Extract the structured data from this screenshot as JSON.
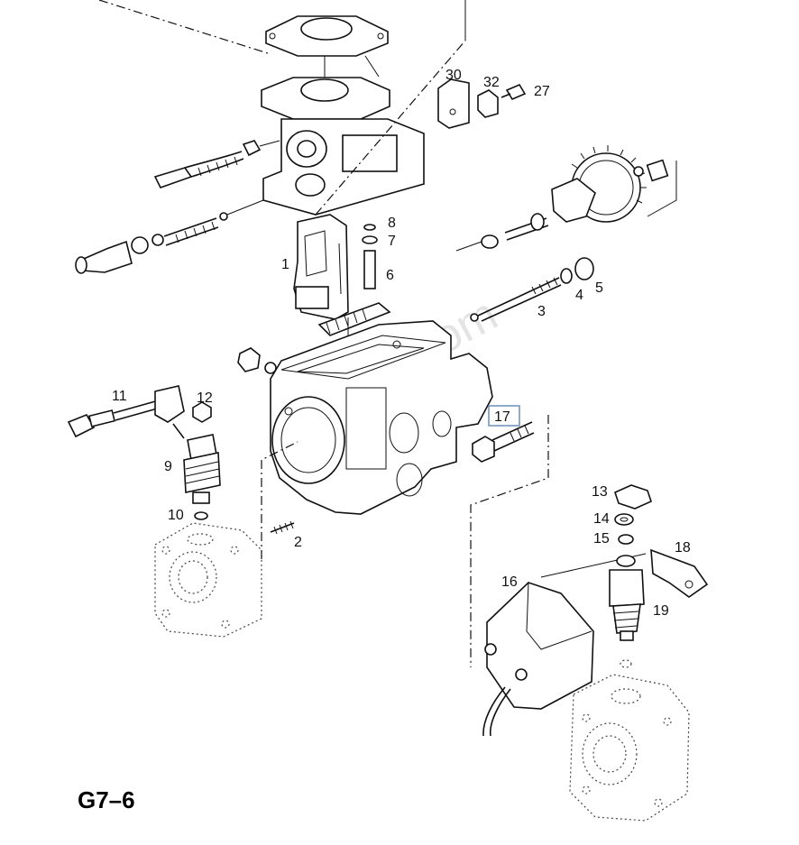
{
  "figure_code": "G7–6",
  "watermark": "7zap.com",
  "callouts": {
    "c1": "1",
    "c2": "2",
    "c3": "3",
    "c4": "4",
    "c5": "5",
    "c6": "6",
    "c7": "7",
    "c8": "8",
    "c9": "9",
    "c10": "10",
    "c11": "11",
    "c12": "12",
    "c13": "13",
    "c14": "14",
    "c15": "15",
    "c16": "16",
    "c17": "17",
    "c18": "18",
    "c19": "19",
    "c27": "27",
    "c30": "30",
    "c32": "32"
  },
  "highlighted_callout": "17"
}
